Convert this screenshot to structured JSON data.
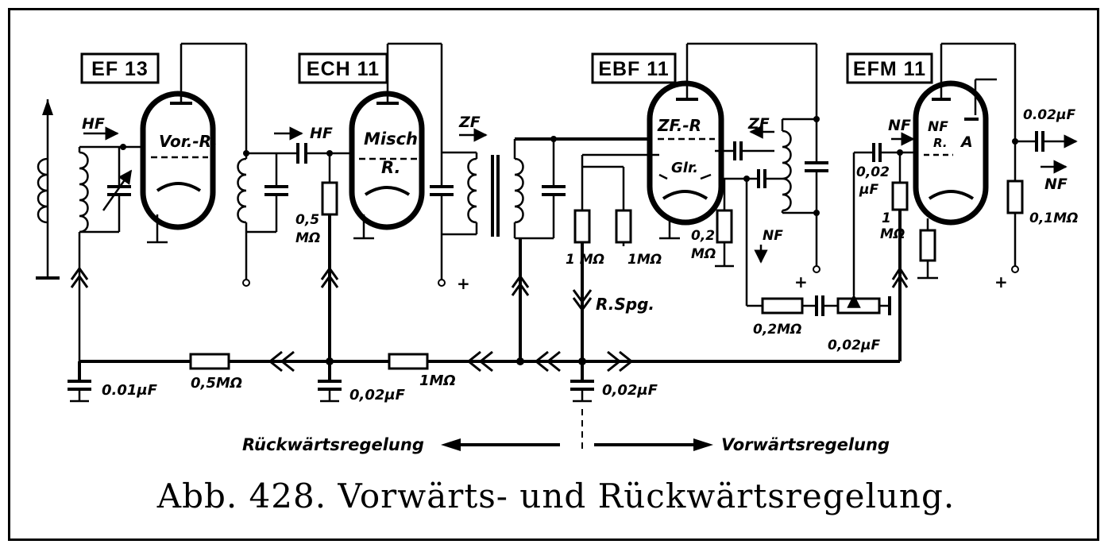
{
  "caption": "Abb. 428. Vorwärts- und Rückwärtsregelung.",
  "tubes": {
    "t1": {
      "name": "EF 13",
      "inner": "Vor.-R."
    },
    "t2": {
      "name": "ECH 11",
      "inner1": "Misch",
      "inner2": "R."
    },
    "t3": {
      "name": "EBF 11",
      "inner1": "ZF.-R",
      "inner2": "Glr."
    },
    "t4": {
      "name": "EFM 11",
      "inner1": "NF",
      "inner2": "R.",
      "inner3": "A"
    }
  },
  "labels": {
    "hf1": "HF",
    "hf2": "HF",
    "zf1": "ZF",
    "zf2": "ZF",
    "nf_in": "NF",
    "nf_out": "NF",
    "nf_vert": "NF",
    "r_spg": "R.Spg.",
    "plus1": "+",
    "plus2": "+",
    "plus3": "+",
    "c_001": "0.01μF",
    "r_05": "0,5MΩ",
    "c_002a": "0,02μF",
    "r_1a": "1MΩ",
    "c_002b": "0,02μF",
    "r_05v_a": "0,5",
    "r_05v_b": "MΩ",
    "r_1mo_a": "1 MΩ",
    "r_1mo_b": "1MΩ",
    "r_02_a": "0,2",
    "r_02_b": "MΩ",
    "r_02h": "0,2MΩ",
    "c_002c": "0,02μF",
    "c_002d_a": "0,02",
    "c_002d_b": "μF",
    "r_1v_a": "1",
    "r_1v_b": "MΩ",
    "c_002e": "0.02μF",
    "r_01": "0,1MΩ"
  },
  "regulation": {
    "back": "Rückwärtsregelung",
    "forward": "Vorwärtsregelung"
  }
}
